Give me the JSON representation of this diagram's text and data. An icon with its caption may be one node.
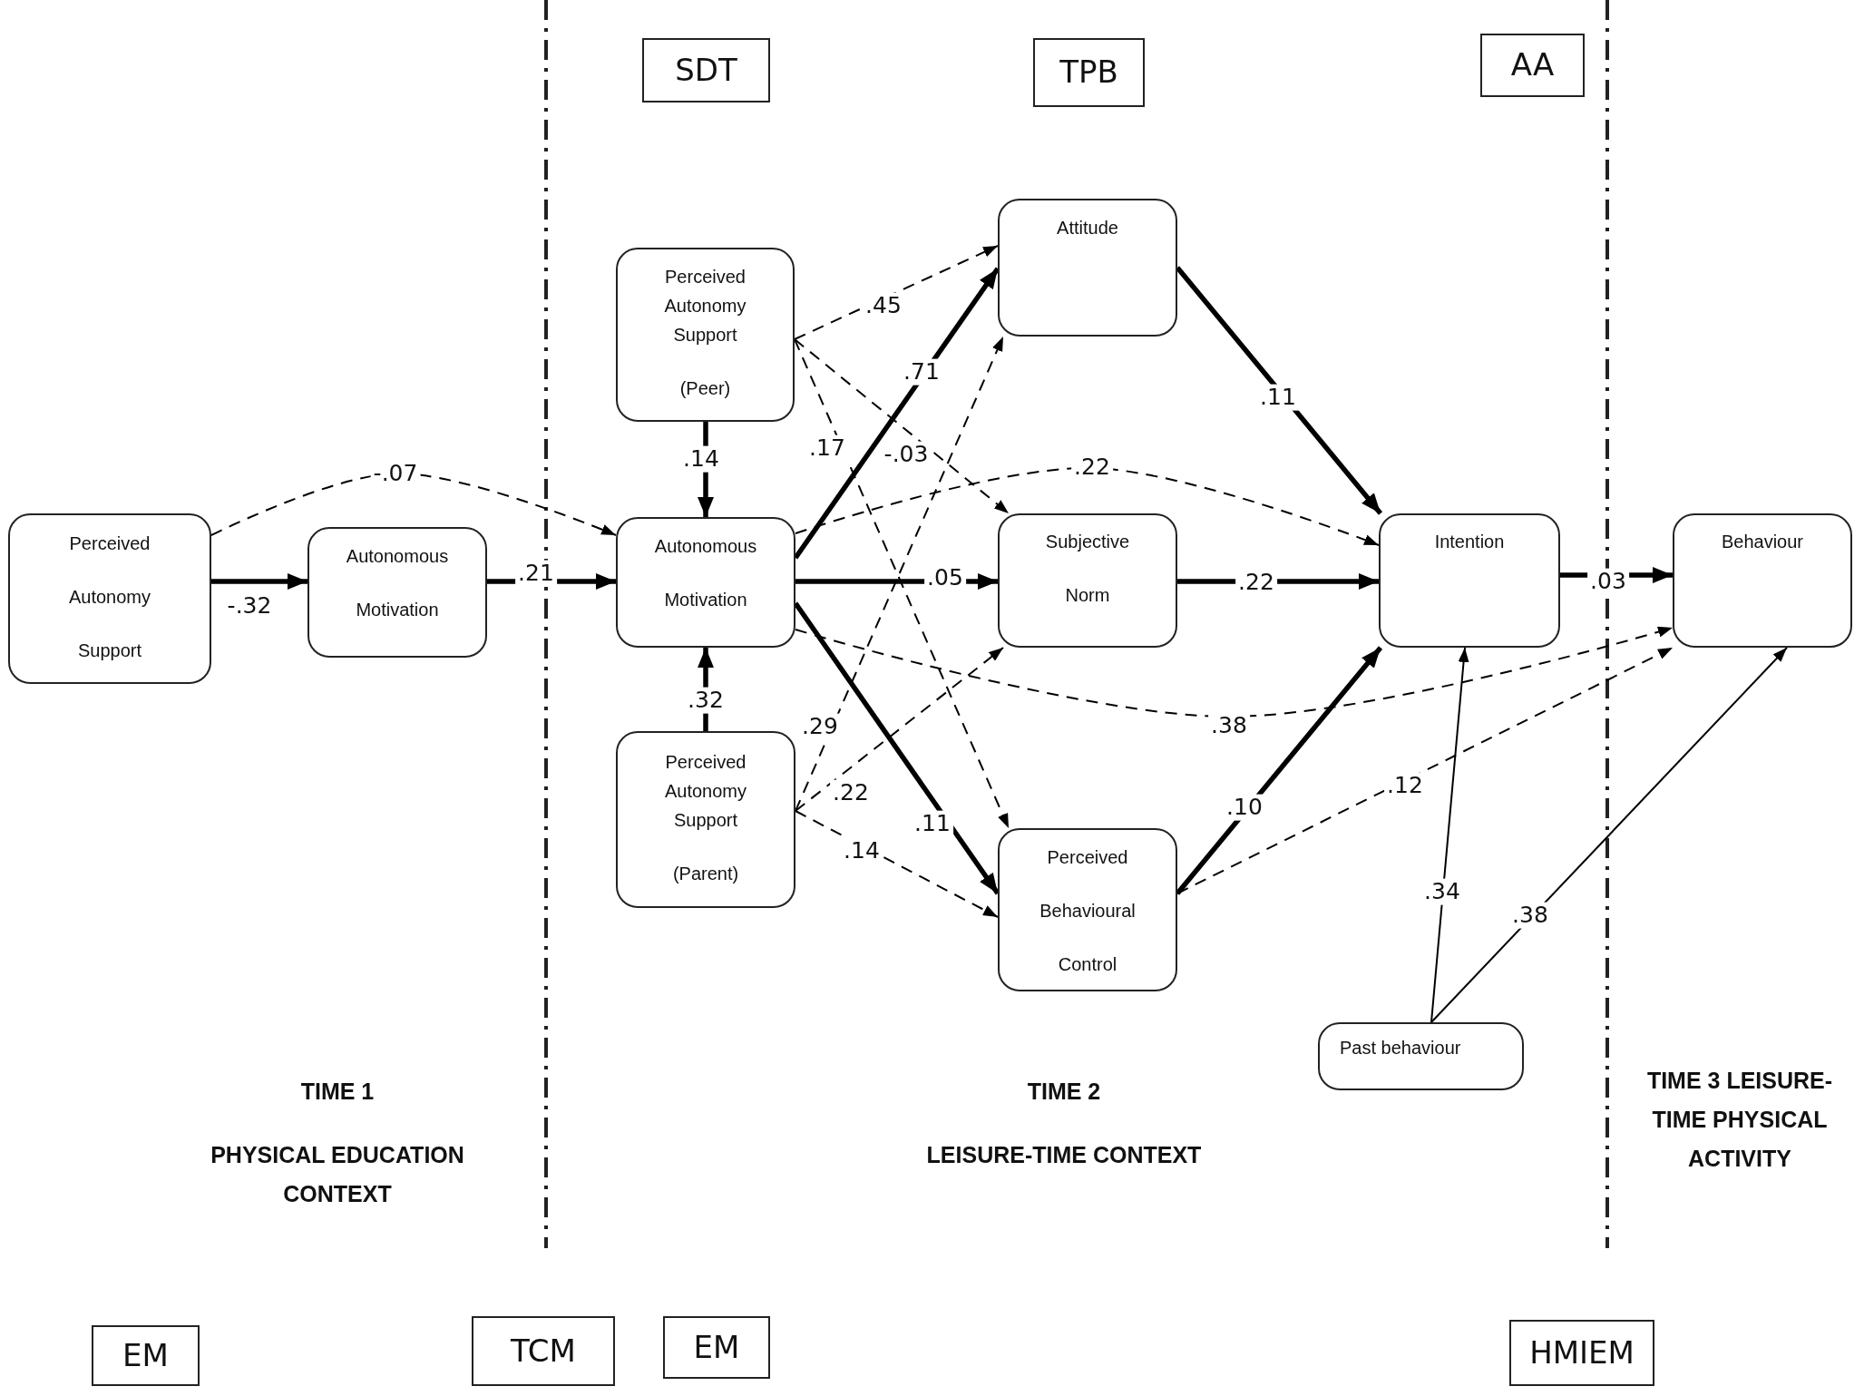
{
  "diagram": {
    "nodes": [
      {
        "text": [
          "SDT"
        ]
      },
      {
        "text": [
          "TPB"
        ]
      },
      {
        "text": [
          "AA"
        ]
      },
      {
        "text": [
          "Perceived Autonomy Support"
        ]
      },
      {
        "text": [
          "Autonomous Motivation"
        ]
      },
      {
        "text": [
          "Perceived Autonomy Support",
          "(Peer)"
        ]
      },
      {
        "text": [
          "Autonomous Motivation"
        ]
      },
      {
        "text": [
          "Perceived Autonomy Support",
          "(Parent)"
        ]
      },
      {
        "text": [
          "Attitude"
        ]
      },
      {
        "text": [
          "Subjective Norm"
        ]
      },
      {
        "text": [
          "Perceived Behavioural Control"
        ]
      },
      {
        "text": [
          "Intention"
        ]
      },
      {
        "text": [
          "Behaviour"
        ]
      },
      {
        "text": [
          "Past behaviour"
        ]
      },
      {
        "text": [
          "EM"
        ]
      },
      {
        "text": [
          "TCM"
        ]
      },
      {
        "text": [
          "EM"
        ]
      },
      {
        "text": [
          "HMIEM"
        ]
      }
    ],
    "edges": [
      {
        "from": 3,
        "to": 4,
        "arrow": "to",
        "label": "-.32",
        "style": "thick"
      },
      {
        "from": 3,
        "to": 6,
        "arrow": "to",
        "label": "-.07",
        "style": "dashed"
      },
      {
        "from": 4,
        "to": 6,
        "arrow": "to",
        "label": ".21",
        "style": "thick"
      },
      {
        "from": 5,
        "to": 6,
        "arrow": "to",
        "label": ".14",
        "style": "thick"
      },
      {
        "from": 7,
        "to": 6,
        "arrow": "to",
        "label": ".32",
        "style": "thick"
      },
      {
        "from": 5,
        "to": 8,
        "arrow": "to",
        "label": ".45",
        "style": "dashed"
      },
      {
        "from": 5,
        "to": 9,
        "arrow": "to",
        "label": "-.03",
        "style": "dashed"
      },
      {
        "from": 5,
        "to": 10,
        "arrow": "to",
        "label": ".17",
        "style": "dashed"
      },
      {
        "from": 6,
        "to": 8,
        "arrow": "to",
        "label": ".71",
        "style": "thick"
      },
      {
        "from": 6,
        "to": 9,
        "arrow": "to",
        "label": ".05",
        "style": "thick"
      },
      {
        "from": 6,
        "to": 10,
        "arrow": "to",
        "label": ".11",
        "style": "thick"
      },
      {
        "from": 6,
        "to": 11,
        "arrow": "to",
        "label": ".22",
        "style": "dashed"
      },
      {
        "from": 6,
        "to": 12,
        "arrow": "to",
        "label": ".38",
        "style": "dashed"
      },
      {
        "from": 7,
        "to": 8,
        "arrow": "to",
        "label": ".29",
        "style": "dashed"
      },
      {
        "from": 7,
        "to": 9,
        "arrow": "to",
        "label": ".22",
        "style": "dashed"
      },
      {
        "from": 7,
        "to": 10,
        "arrow": "to",
        "label": ".14",
        "style": "dashed"
      },
      {
        "from": 8,
        "to": 11,
        "arrow": "to",
        "label": ".11",
        "style": "thick"
      },
      {
        "from": 9,
        "to": 11,
        "arrow": "to",
        "label": ".22",
        "style": "thick"
      },
      {
        "from": 10,
        "to": 11,
        "arrow": "to",
        "label": ".10",
        "style": "thick"
      },
      {
        "from": 10,
        "to": 12,
        "arrow": "to",
        "label": ".12",
        "style": "dashed"
      },
      {
        "from": 11,
        "to": 12,
        "arrow": "to",
        "label": ".03",
        "style": "thick"
      },
      {
        "from": 13,
        "to": 11,
        "arrow": "to",
        "label": ".34"
      },
      {
        "from": 13,
        "to": 12,
        "arrow": "to",
        "label": ".38"
      }
    ],
    "labels": [
      "TIME 3 LEISURE-TIME PHYSICAL ACTIVITY",
      "TIME 1",
      "TIME 2",
      "PHYSICAL EDUCATION CONTEXT",
      "LEISURE-TIME CONTEXT"
    ]
  }
}
